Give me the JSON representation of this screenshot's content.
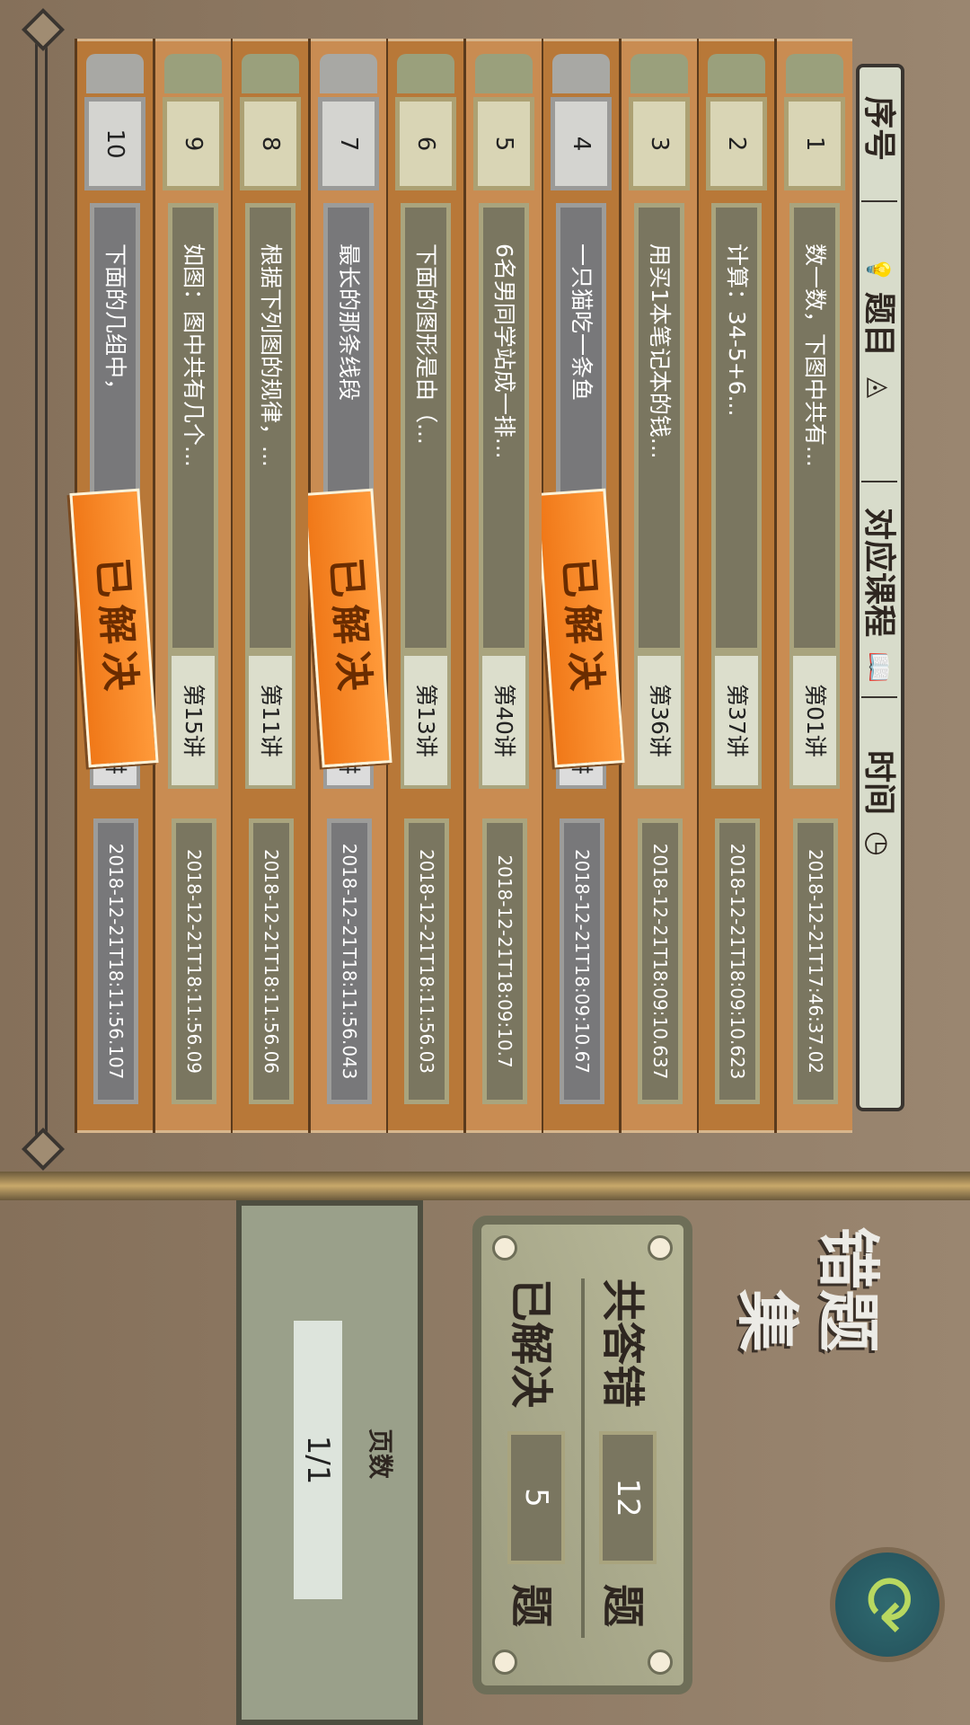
{
  "header": {
    "col_index": "序号",
    "col_question": "题目",
    "col_course": "对应课程",
    "col_time": "时间"
  },
  "solved_stamp": "已解决",
  "rows": [
    {
      "index": "1",
      "question": "数一数，下图中共有...",
      "course": "第01讲",
      "time": "2018-12-21T17:46:37.02",
      "solved": false
    },
    {
      "index": "2",
      "question": "计算：34-5+6...",
      "course": "第37讲",
      "time": "2018-12-21T18:09:10.623",
      "solved": false
    },
    {
      "index": "3",
      "question": "用买1本笔记本的钱...",
      "course": "第36讲",
      "time": "2018-12-21T18:09:10.637",
      "solved": false
    },
    {
      "index": "4",
      "question": "一只猫吃一条鱼",
      "course": "讲",
      "time": "2018-12-21T18:09:10.67",
      "solved": true
    },
    {
      "index": "5",
      "question": "6名男同学站成一排...",
      "course": "第40讲",
      "time": "2018-12-21T18:09:10.7",
      "solved": false
    },
    {
      "index": "6",
      "question": "下面的图形是由（...",
      "course": "第13讲",
      "time": "2018-12-21T18:11:56.03",
      "solved": false
    },
    {
      "index": "7",
      "question": "最长的那条线段",
      "course": "讲",
      "time": "2018-12-21T18:11:56.043",
      "solved": true
    },
    {
      "index": "8",
      "question": "根据下列图的规律，...",
      "course": "第11讲",
      "time": "2018-12-21T18:11:56.06",
      "solved": false
    },
    {
      "index": "9",
      "question": "如图：图中共有几个...",
      "course": "第15讲",
      "time": "2018-12-21T18:11:56.09",
      "solved": false
    },
    {
      "index": "10",
      "question": "下面的几组中，",
      "course": "讲",
      "time": "2018-12-21T18:11:56.107",
      "solved": true
    }
  ],
  "title": {
    "line1": "错题",
    "line2": "集"
  },
  "stats": {
    "wrong_label": "共答错",
    "wrong_count": "12",
    "solved_label": "已解决",
    "solved_count": "5",
    "unit": "题"
  },
  "pagination": {
    "label": "页数",
    "value": "1/1"
  },
  "icons": {
    "refresh": "refresh-icon"
  },
  "colors": {
    "stamp": "#f07818",
    "refresh_arrow": "#b8d860"
  }
}
